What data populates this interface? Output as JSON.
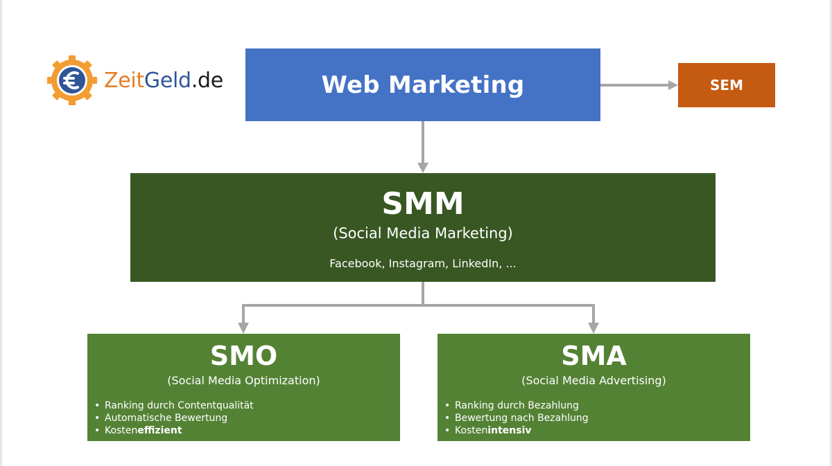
{
  "logo": {
    "brand_part1": "Zeit",
    "brand_part2": "Geld",
    "brand_part3": ".de",
    "icon": "euro-gear-icon",
    "colors": {
      "gear": "#f39c32",
      "euro": "#2f5597"
    }
  },
  "web_marketing": {
    "title": "Web Marketing",
    "color": "#4472c4"
  },
  "sem": {
    "title": "SEM",
    "color": "#c55a11"
  },
  "smm": {
    "title": "SMM",
    "subtitle": "(Social Media Marketing)",
    "examples": "Facebook, Instagram, LinkedIn, ...",
    "color": "#385723"
  },
  "smo": {
    "title": "SMO",
    "subtitle": "(Social Media Optimization)",
    "items": [
      {
        "text": "Ranking durch Contentqualität",
        "bold": ""
      },
      {
        "text": "Automatische Bewertung",
        "bold": ""
      },
      {
        "text": "Kosten",
        "bold": "effizient"
      }
    ],
    "color": "#548235"
  },
  "sma": {
    "title": "SMA",
    "subtitle": "(Social Media Advertising)",
    "items": [
      {
        "text": "Ranking durch Bezahlung",
        "bold": ""
      },
      {
        "text": "Bewertung nach Bezahlung",
        "bold": ""
      },
      {
        "text": "Kosten",
        "bold": "intensiv"
      }
    ],
    "color": "#548235"
  },
  "connector_color": "#a6a6a6",
  "bullet": "•"
}
